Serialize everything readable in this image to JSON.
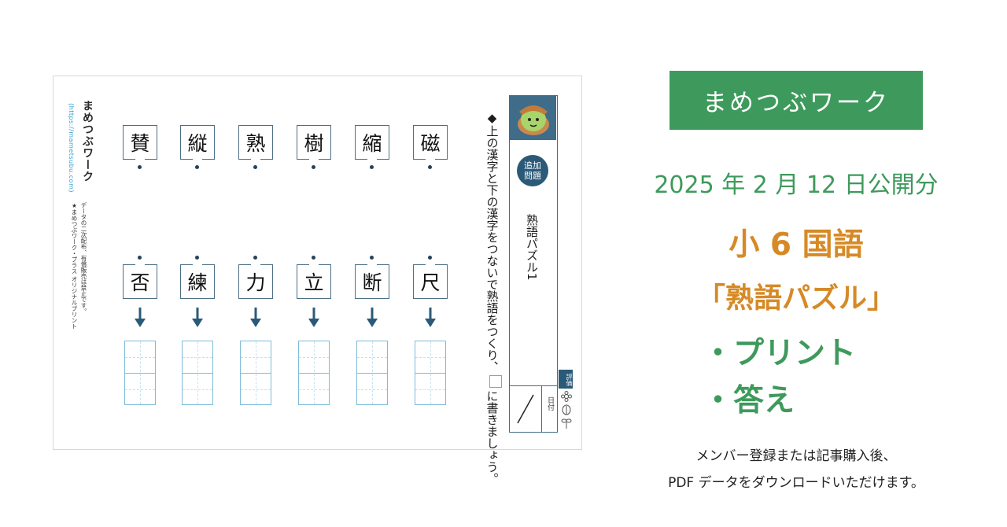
{
  "worksheet": {
    "brand_vertical": "まめつぶワーク",
    "url_vertical": "(https://mametsubu.com)",
    "note_line1": "データの二次配布、有償販売は禁止です。",
    "note_line2": "★まめつぶワーク・プラス オリジナルプリント",
    "top_kanji": [
      "磁",
      "縮",
      "樹",
      "熟",
      "縦",
      "賛"
    ],
    "bottom_kanji": [
      "尺",
      "断",
      "立",
      "力",
      "練",
      "否"
    ],
    "instruction_part1": "◆上の漢字と下の漢字をつないで熟語をつくり、",
    "instruction_part2": "に書きましょう。",
    "badge_line1": "追加",
    "badge_line2": "問題",
    "puzzle_title": "熟語パズル1",
    "date_label": "日付",
    "eval_label": "評価"
  },
  "promo": {
    "brand": "まめつぶワーク",
    "publish_date": "2025 年 2 月 12 日公開分",
    "title_line1": "小 6 国語",
    "title_line2": "「熟語パズル」",
    "bullet1": "・プリント",
    "bullet2": "・答え",
    "footer_line1": "メンバー登録または記事購入後、",
    "footer_line2": "PDF データをダウンロードいただけます。"
  },
  "colors": {
    "brand_green": "#3e9a5c",
    "title_orange": "#d68a26",
    "sheet_navy": "#2b5a78",
    "grid_blue": "#7dbcd8"
  }
}
